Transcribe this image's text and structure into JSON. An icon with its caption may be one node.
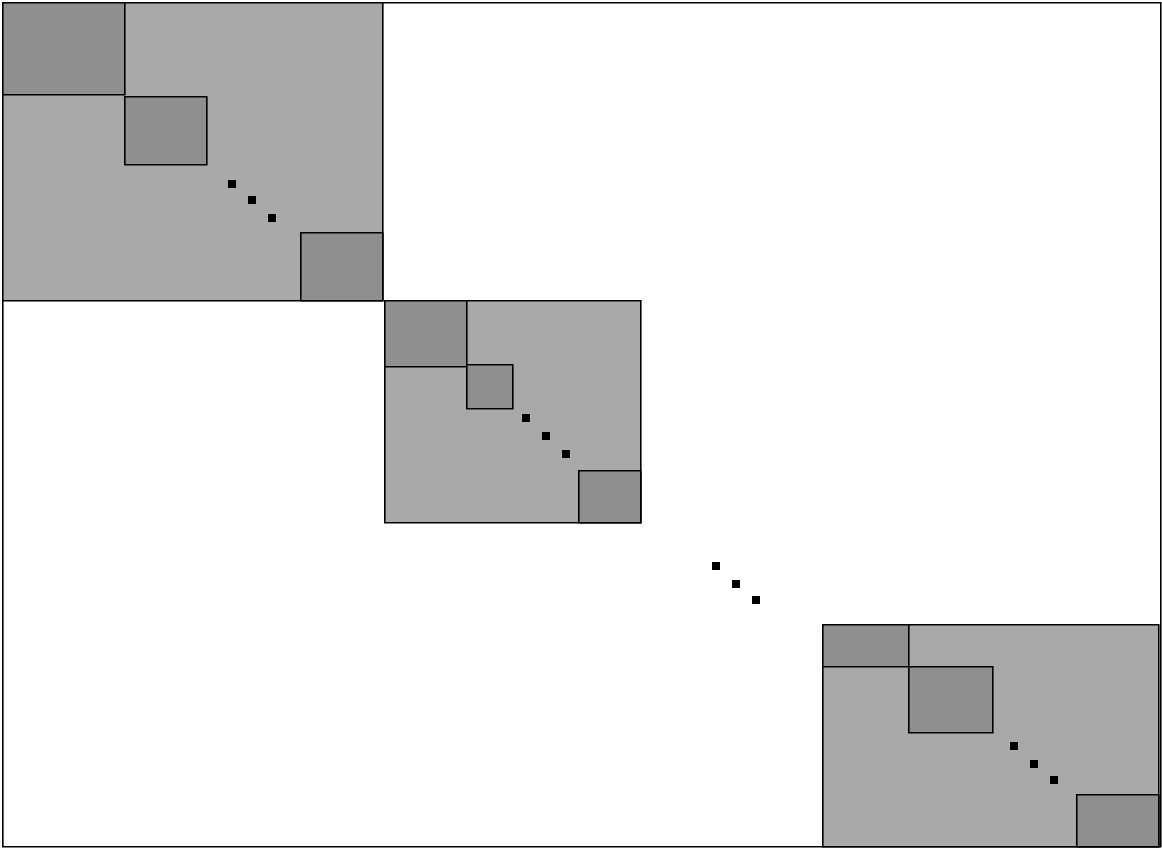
{
  "diagram": {
    "nodes": [
      {
        "text": [],
        "shape": "box"
      },
      {
        "text": [],
        "shape": "box",
        "in": 0
      },
      {
        "text": [],
        "shape": "box",
        "in": 1
      },
      {
        "text": [],
        "shape": "box",
        "in": 1
      },
      {
        "text": [],
        "shape": "box",
        "in": 1
      },
      {
        "text": [],
        "shape": "box",
        "in": 0
      },
      {
        "text": [],
        "shape": "box",
        "in": 5
      },
      {
        "text": [],
        "shape": "box",
        "in": 5
      },
      {
        "text": [],
        "shape": "box",
        "in": 5
      },
      {
        "text": [],
        "shape": "box",
        "in": 0
      },
      {
        "text": [],
        "shape": "box",
        "in": 9
      },
      {
        "text": [],
        "shape": "box",
        "in": 9
      },
      {
        "text": [],
        "shape": "box",
        "in": 9
      }
    ]
  }
}
